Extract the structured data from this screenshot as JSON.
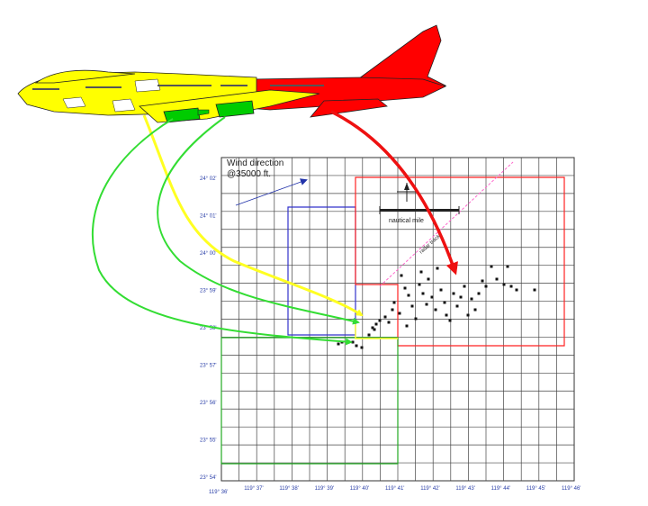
{
  "wind": {
    "line1": "Wind direction",
    "line2": "@35000 ft."
  },
  "scale_label": "nautical mile",
  "track_label": "radar track",
  "grid": {
    "lat_labels": [
      "24° 02'",
      "24° 01'",
      "24° 00'",
      "23° 59'",
      "23° 58'",
      "23° 57'",
      "23° 56'",
      "23° 55'",
      "23° 54'"
    ],
    "lon_labels": [
      "119° 36'",
      "119° 37'",
      "119° 38'",
      "119° 39'",
      "119° 40'",
      "119° 41'",
      "119° 42'",
      "119° 43'",
      "119° 44'",
      "119° 45'",
      "119° 46'"
    ]
  },
  "colors": {
    "front_section": "#ffff00",
    "rear_section": "#ff0000",
    "engines": "#00cc00",
    "region_blue": "#3333cc",
    "region_red": "#ff2222",
    "region_green": "#22aa22",
    "region_yellow": "#ffff33",
    "arrow_yellow": "#ffff22",
    "arrow_red": "#ee1111",
    "arrow_green": "#33dd33",
    "track": "#ff66cc"
  }
}
